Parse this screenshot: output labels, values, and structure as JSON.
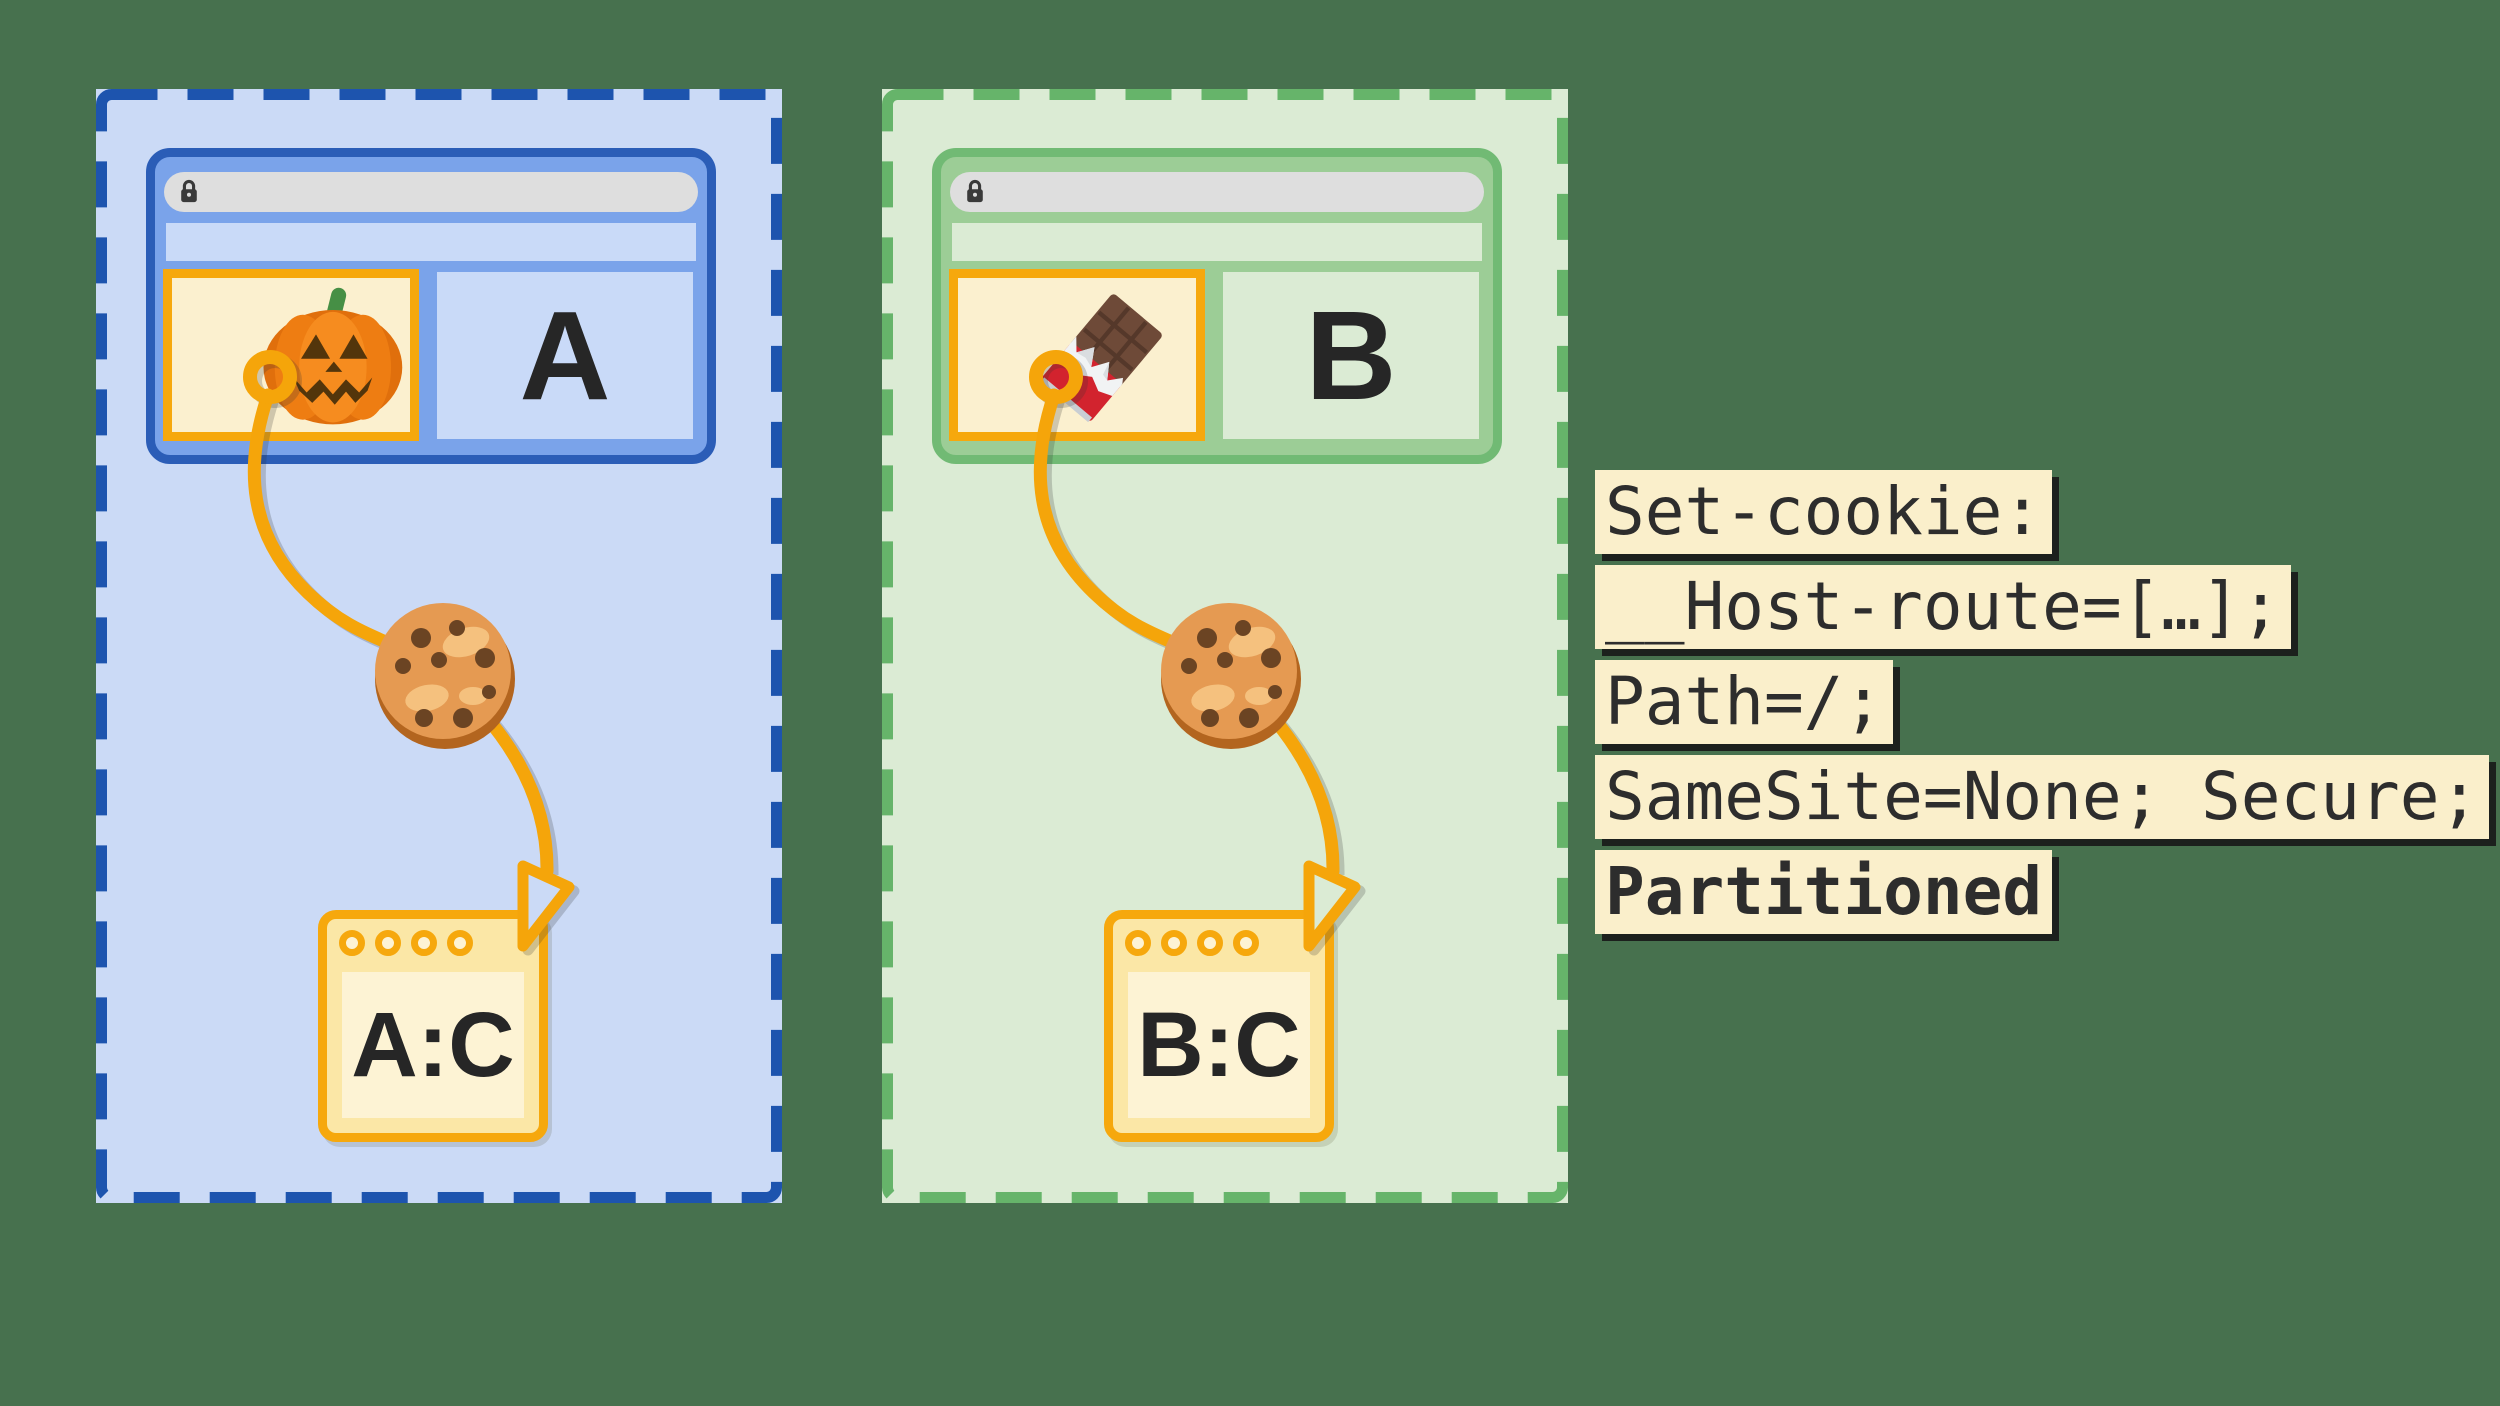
{
  "colors": {
    "canvas_background": "#47714E",
    "accent_orange": "#F6A80D",
    "partition_a_fill": "#CBDAF6",
    "partition_a_dash": "#1D54AE",
    "partition_b_fill": "#DBEBD4",
    "partition_b_dash": "#66B46A",
    "browser_a_fill": "#7AA3EA",
    "browser_a_border": "#2B5DB7",
    "browser_b_fill": "#9CCD96",
    "browser_b_border": "#71BA74",
    "iframe_fill": "#FBF0CF",
    "jar_fill": "#FBE7A6",
    "jar_panel_fill": "#FDF3D4",
    "code_background": "#FAEFCB",
    "code_text": "#2D2D2D"
  },
  "partitions": [
    {
      "site_label": "A",
      "jar_label": "A:C",
      "iframe_icon": "jack-o-lantern-icon",
      "cookie_icon": "cookie-icon"
    },
    {
      "site_label": "B",
      "jar_label": "B:C",
      "iframe_icon": "chocolate-bar-icon",
      "cookie_icon": "cookie-icon"
    }
  ],
  "code_block": {
    "lines": [
      {
        "text": "Set-cookie:",
        "bold": false
      },
      {
        "text": "__Host-route=[…];",
        "bold": false
      },
      {
        "text": "Path=/;",
        "bold": false
      },
      {
        "text": "SameSite=None; Secure;",
        "bold": false
      },
      {
        "text": "Partitioned",
        "bold": true
      }
    ]
  }
}
